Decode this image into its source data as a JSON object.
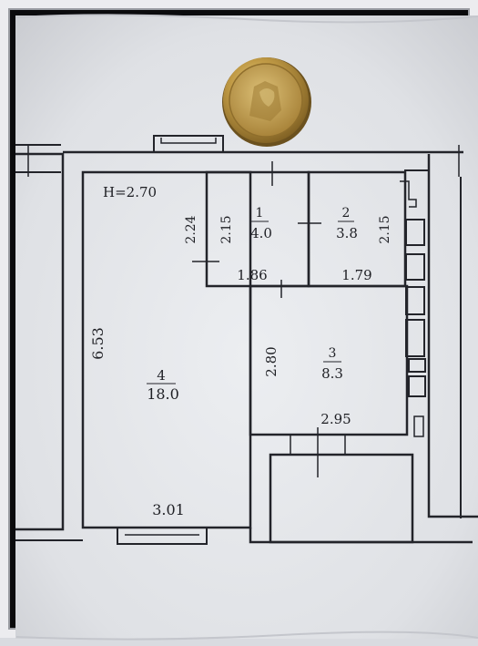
{
  "height_label": "H=2.70",
  "rooms": [
    {
      "number": "1",
      "area": "4.0"
    },
    {
      "number": "2",
      "area": "3.8"
    },
    {
      "number": "3",
      "area": "8.3"
    },
    {
      "number": "4",
      "area": "18.0"
    }
  ],
  "dimensions": {
    "room1_width": "1.86",
    "room1_left_height": "2.24",
    "room1_right_height": "2.15",
    "room2_width": "1.79",
    "room2_height": "2.15",
    "room3_height": "2.80",
    "room3_width": "2.95",
    "room4_height": "6.53",
    "room4_width": "3.01"
  },
  "colors": {
    "paper": "#e6e7eb",
    "ink": "#23242a",
    "coin": "#b08a3c"
  }
}
